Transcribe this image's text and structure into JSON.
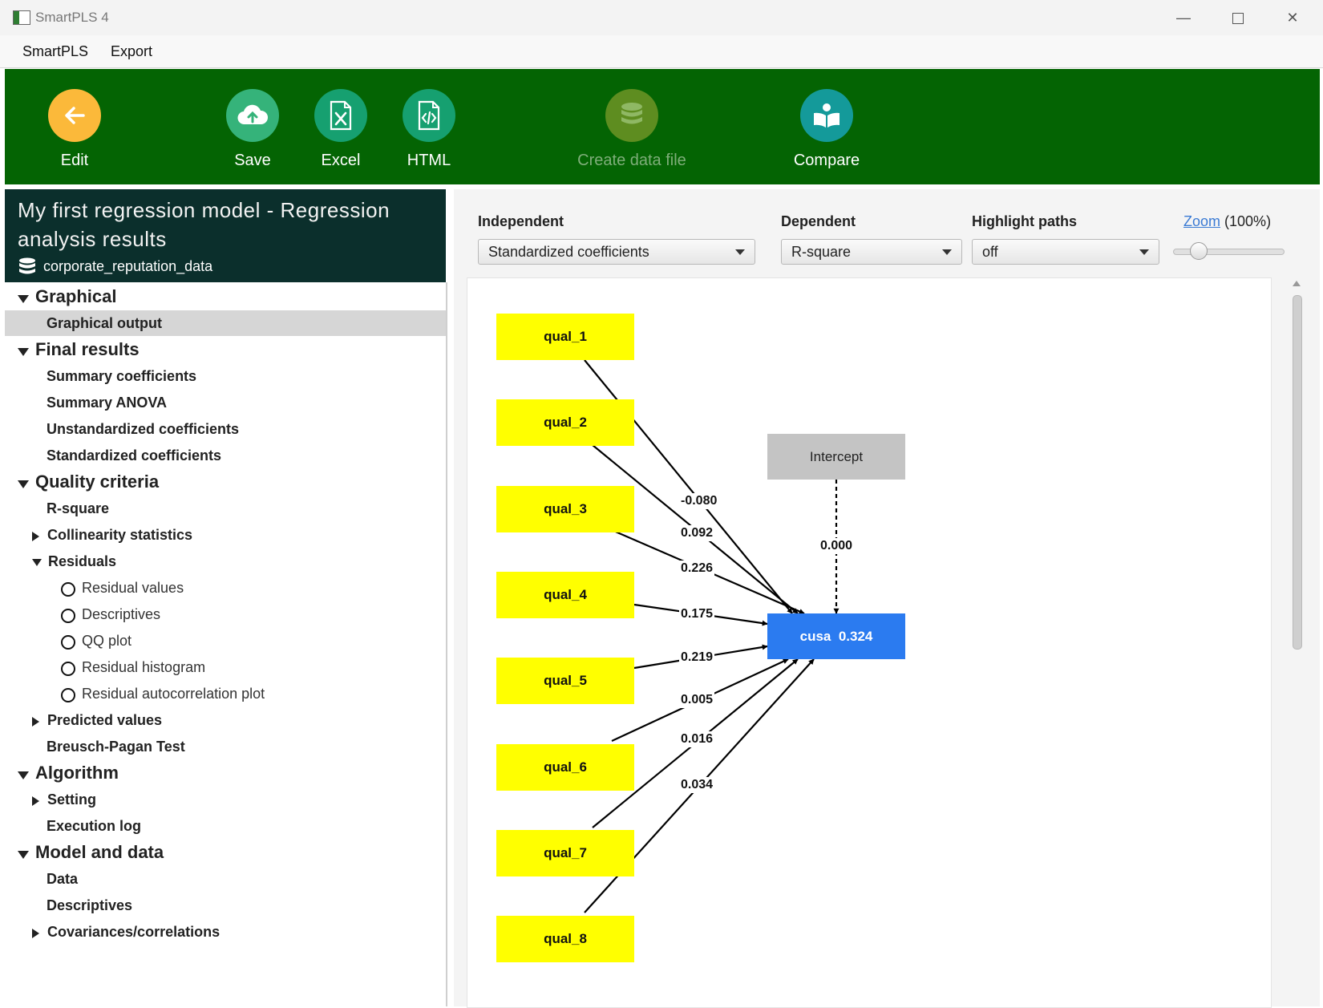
{
  "window": {
    "title": "SmartPLS 4",
    "minimize": "—",
    "close": "✕"
  },
  "menu": [
    "SmartPLS",
    "Export"
  ],
  "toolbar": {
    "edit": "Edit",
    "save": "Save",
    "excel": "Excel",
    "html": "HTML",
    "create_data_file": "Create data file",
    "compare": "Compare",
    "colors": {
      "background": "#046403",
      "edit": "#fbb93a",
      "save": "#35b37a",
      "excel": "#16a070",
      "html": "#16a070",
      "create_data_file": "#5e8d20",
      "compare": "#149a9a"
    }
  },
  "left": {
    "title": "My first regression model - Regression analysis results",
    "dataset": "corporate_reputation_data",
    "tree": [
      {
        "label": "Graphical",
        "level": 0,
        "expand": "open"
      },
      {
        "label": "Graphical output",
        "level": 1,
        "selected": true
      },
      {
        "label": "Final results",
        "level": 0,
        "expand": "open"
      },
      {
        "label": "Summary coefficients",
        "level": 1
      },
      {
        "label": "Summary ANOVA",
        "level": 1
      },
      {
        "label": "Unstandardized coefficients",
        "level": 1
      },
      {
        "label": "Standardized coefficients",
        "level": 1
      },
      {
        "label": "Quality criteria",
        "level": 0,
        "expand": "open"
      },
      {
        "label": "R-square",
        "level": 1
      },
      {
        "label": "Collinearity statistics",
        "level": 1,
        "expand": "closed"
      },
      {
        "label": "Residuals",
        "level": 1,
        "expand": "open"
      },
      {
        "label": "Residual values",
        "level": 2,
        "radio": true
      },
      {
        "label": "Descriptives",
        "level": 2,
        "radio": true
      },
      {
        "label": "QQ plot",
        "level": 2,
        "radio": true
      },
      {
        "label": "Residual histogram",
        "level": 2,
        "radio": true
      },
      {
        "label": "Residual autocorrelation plot",
        "level": 2,
        "radio": true
      },
      {
        "label": "Predicted values",
        "level": 1,
        "expand": "closed"
      },
      {
        "label": "Breusch-Pagan Test",
        "level": 1
      },
      {
        "label": "Algorithm",
        "level": 0,
        "expand": "open"
      },
      {
        "label": "Setting",
        "level": 1,
        "expand": "closed"
      },
      {
        "label": "Execution log",
        "level": 1
      },
      {
        "label": "Model and data",
        "level": 0,
        "expand": "open"
      },
      {
        "label": "Data",
        "level": 1
      },
      {
        "label": "Descriptives",
        "level": 1
      },
      {
        "label": "Covariances/correlations",
        "level": 1,
        "expand": "closed"
      }
    ]
  },
  "controls": {
    "independent_label": "Independent",
    "independent_value": "Standardized coefficients",
    "dependent_label": "Dependent",
    "dependent_value": "R-square",
    "highlight_label": "Highlight paths",
    "highlight_value": "off",
    "zoom_link": "Zoom",
    "zoom_value": "(100%)",
    "zoom_percent": 100
  },
  "model": {
    "independents": [
      {
        "name": "qual_1",
        "coef": "-0.080"
      },
      {
        "name": "qual_2",
        "coef": "0.092"
      },
      {
        "name": "qual_3",
        "coef": "0.226"
      },
      {
        "name": "qual_4",
        "coef": "0.175"
      },
      {
        "name": "qual_5",
        "coef": "0.219"
      },
      {
        "name": "qual_6",
        "coef": "0.005"
      },
      {
        "name": "qual_7",
        "coef": "0.016"
      },
      {
        "name": "qual_8",
        "coef": "0.034"
      }
    ],
    "intercept": {
      "name": "Intercept",
      "coef": "0.000"
    },
    "dependent": {
      "name": "cusa",
      "r2": "0.324"
    },
    "colors": {
      "independent": "#ffff00",
      "intercept": "#c4c4c4",
      "dependent": "#2b7bf0"
    }
  }
}
